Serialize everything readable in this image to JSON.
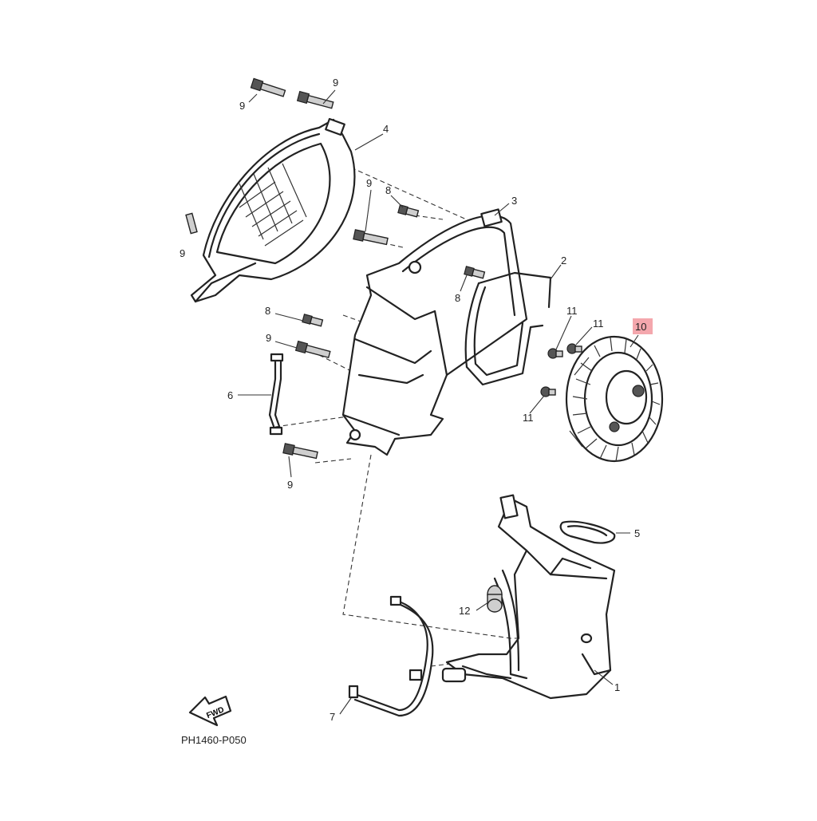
{
  "diagram_code": "PH1460-P050",
  "fwd_label": "FWD",
  "highlight_color": "#f4a7ad",
  "callouts": {
    "c1": "1",
    "c2": "2",
    "c3": "3",
    "c4": "4",
    "c5": "5",
    "c6": "6",
    "c7": "7",
    "c8a": "8",
    "c8b": "8",
    "c8c": "8",
    "c9a": "9",
    "c9b": "9",
    "c9c": "9",
    "c9d": "9",
    "c9e": "9",
    "c9f": "9",
    "c10": "10",
    "c11a": "11",
    "c11b": "11",
    "c11c": "11",
    "c12": "12"
  }
}
